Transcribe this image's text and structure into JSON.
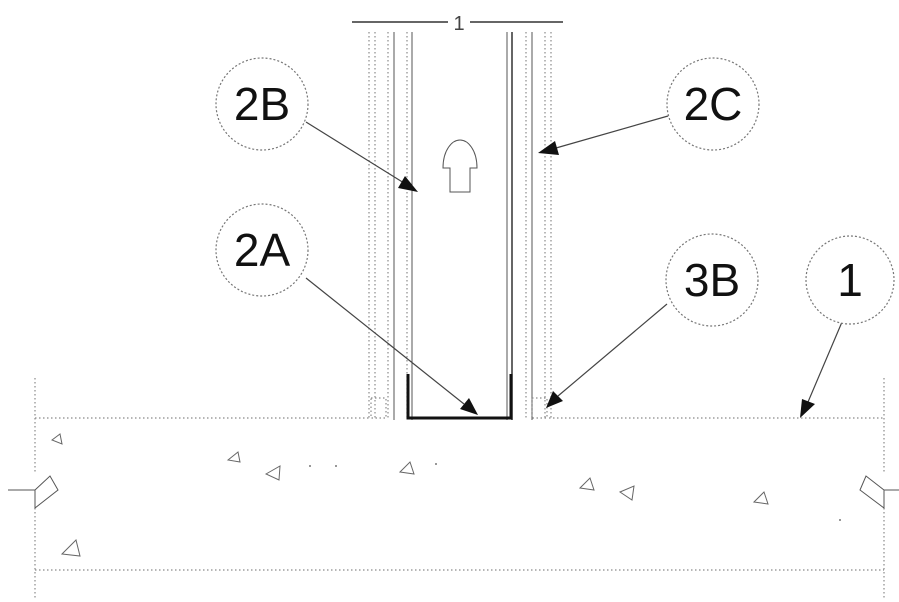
{
  "diagram": {
    "dimension_label": "1",
    "callouts": [
      {
        "id": "2B",
        "label": "2B"
      },
      {
        "id": "2C",
        "label": "2C"
      },
      {
        "id": "2A",
        "label": "2A"
      },
      {
        "id": "3B",
        "label": "3B"
      },
      {
        "id": "1",
        "label": "1"
      }
    ],
    "colors": {
      "line": "#444444",
      "background": "#ffffff"
    }
  }
}
